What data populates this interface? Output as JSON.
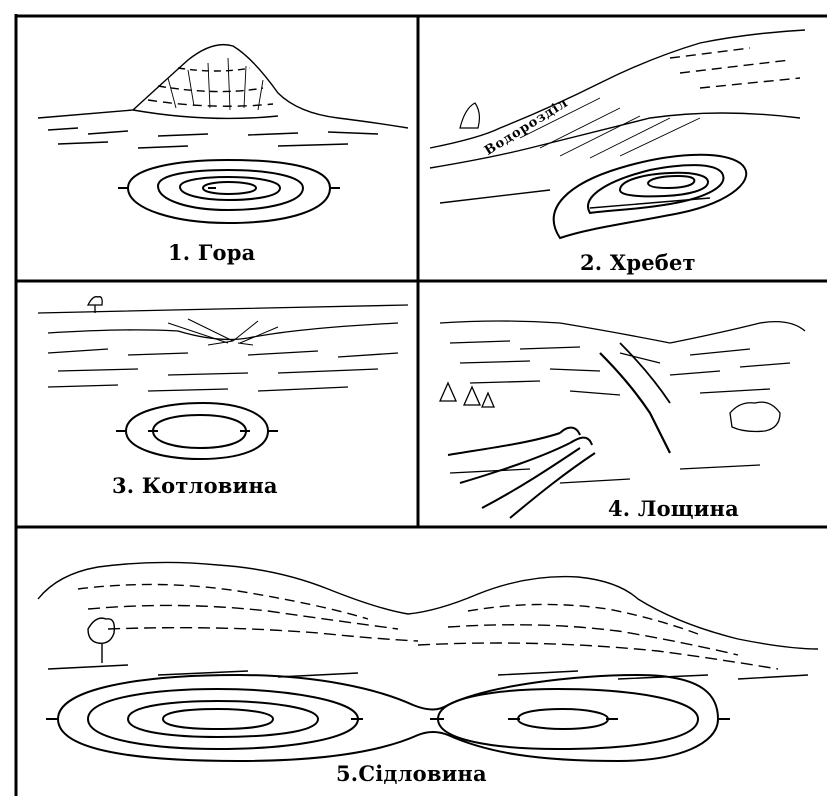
{
  "figure": {
    "panels": [
      {
        "id": "gora",
        "caption": "1. Гора"
      },
      {
        "id": "khrebet",
        "caption": "2. Хребет",
        "annotation": "Водорозділ"
      },
      {
        "id": "kotlovyna",
        "caption": "3. Котловина"
      },
      {
        "id": "loshchyna",
        "caption": "4. Лощина"
      },
      {
        "id": "sidlovyna",
        "caption": "5.Сідловина"
      }
    ]
  }
}
